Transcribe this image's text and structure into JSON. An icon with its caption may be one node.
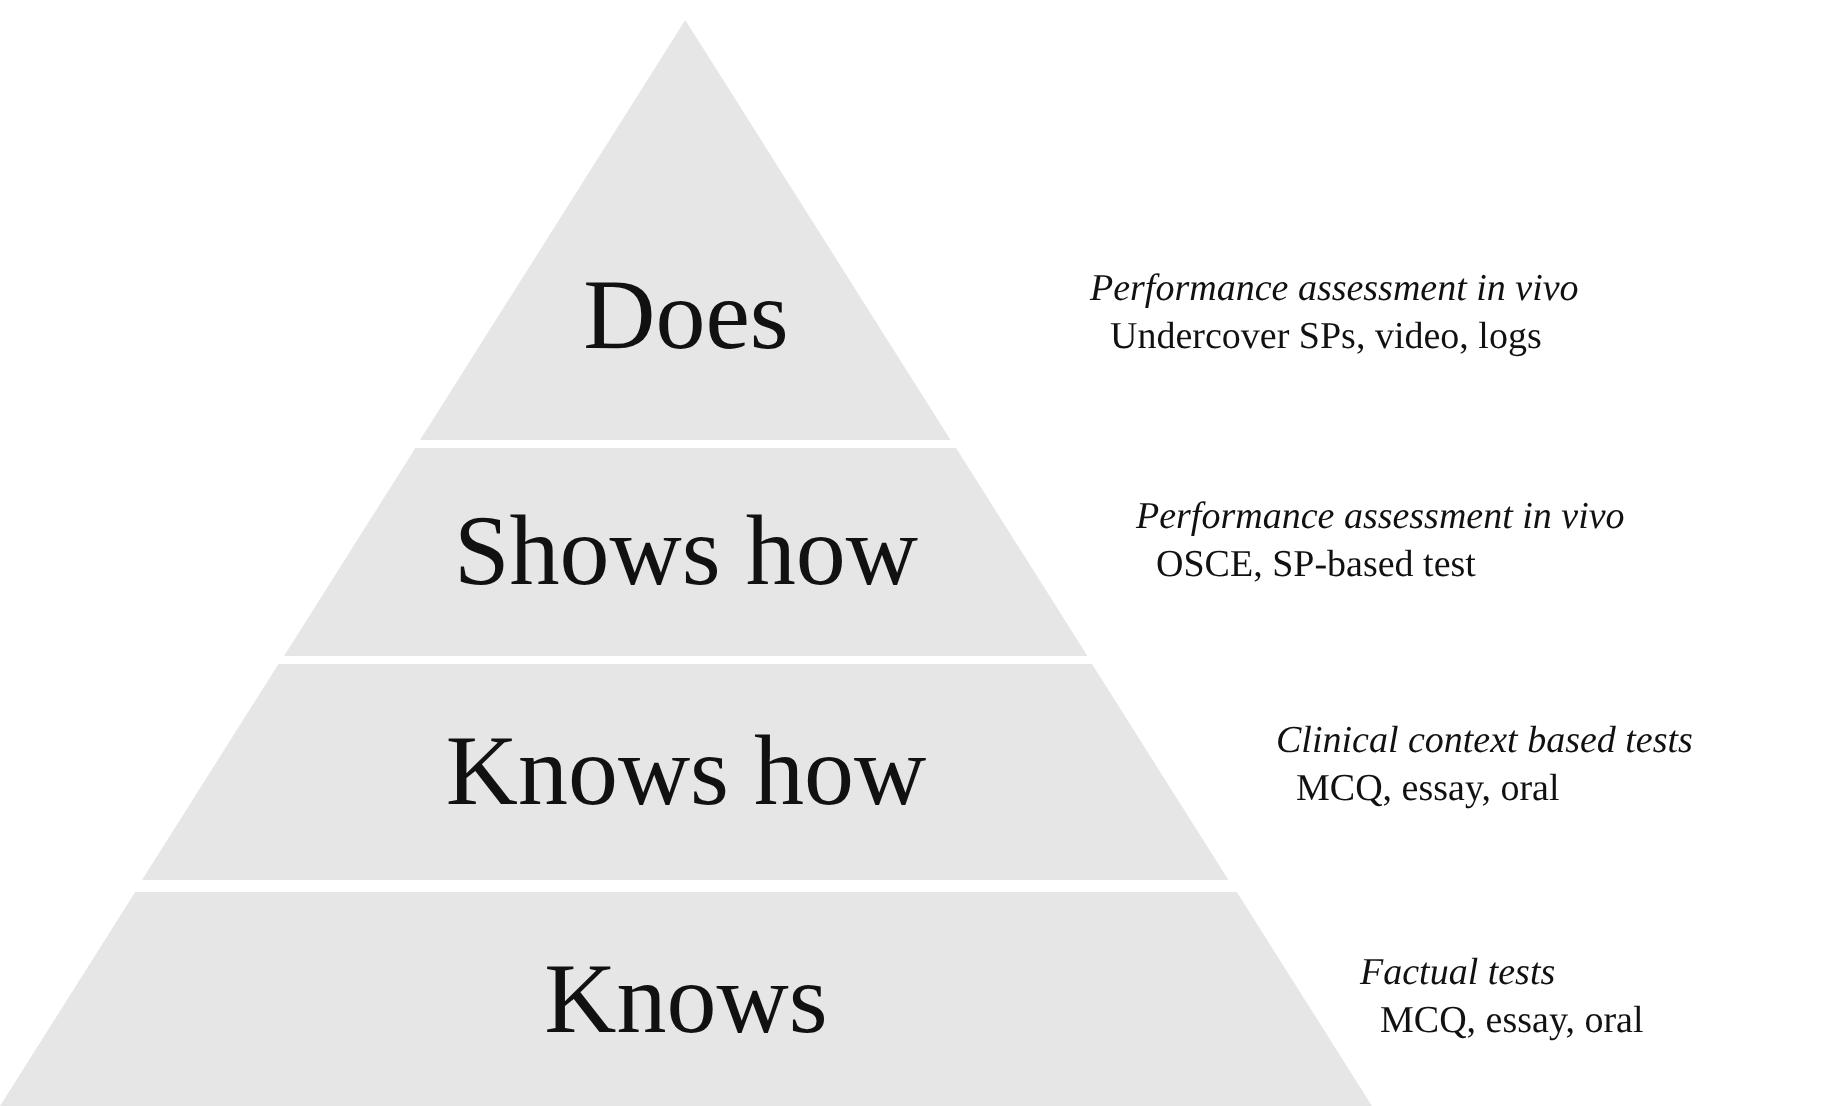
{
  "diagram": {
    "nodes": [
      {
        "text": [
          "Does"
        ],
        "beside": [
          "Performance assessment in vivo",
          "Undercover SPs, video, logs"
        ]
      },
      {
        "text": [
          "Shows how"
        ],
        "beside": [
          "Performance assessment in vivo",
          "OSCE, SP-based test"
        ]
      },
      {
        "text": [
          "Knows how"
        ],
        "beside": [
          "Clinical context based tests",
          "MCQ, essay, oral"
        ]
      },
      {
        "text": [
          "Knows"
        ],
        "beside": [
          "Factual tests",
          "MCQ, essay, oral"
        ]
      }
    ]
  }
}
